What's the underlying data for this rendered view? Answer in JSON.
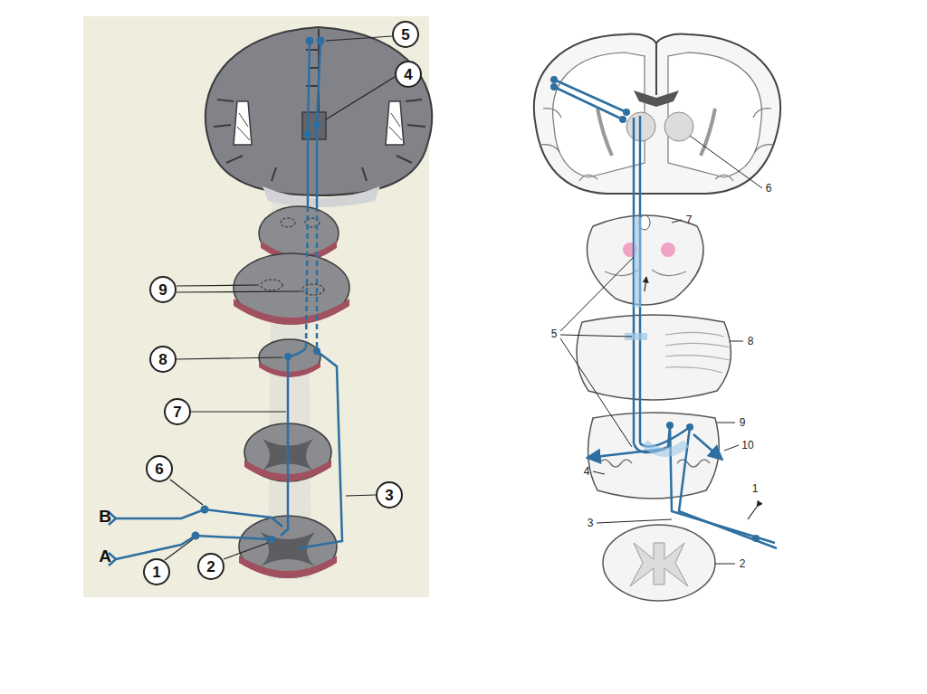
{
  "diagram": {
    "nodes": [
      {
        "text": [
          "5"
        ]
      },
      {
        "text": [
          "4"
        ]
      },
      {
        "text": [
          "9"
        ]
      },
      {
        "text": [
          "8"
        ]
      },
      {
        "text": [
          "7"
        ]
      },
      {
        "text": [
          "6"
        ]
      },
      {
        "text": [
          "3"
        ]
      },
      {
        "text": [
          "1"
        ]
      },
      {
        "text": [
          "2"
        ]
      }
    ],
    "labels": [
      "B",
      "A",
      "6",
      "7",
      "5",
      "8",
      "9",
      "10",
      "4",
      "1",
      "3",
      "2"
    ]
  }
}
